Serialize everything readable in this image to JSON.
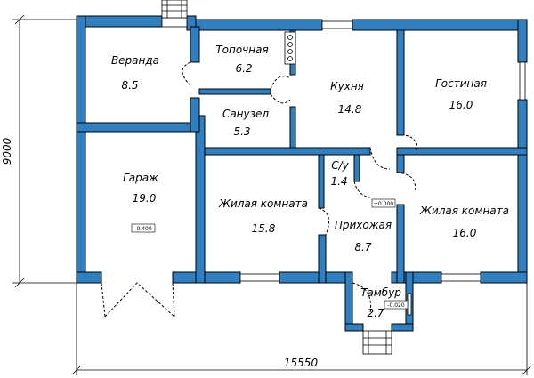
{
  "dimensions": {
    "width": "15550",
    "height": "9000"
  },
  "rooms": {
    "veranda": {
      "name": "Веранда",
      "area": "8.5"
    },
    "boiler": {
      "name": "Топочная",
      "area": "6.2"
    },
    "kitchen": {
      "name": "Кухня",
      "area": "14.8"
    },
    "living": {
      "name": "Гостиная",
      "area": "16.0"
    },
    "bath": {
      "name": "Санузел",
      "area": "5.3"
    },
    "garage": {
      "name": "Гараж",
      "area": "19.0"
    },
    "wc": {
      "name": "С/у",
      "area": "1.4"
    },
    "bedroom1": {
      "name": "Жилая комната",
      "area": "15.8"
    },
    "hall": {
      "name": "Прихожая",
      "area": "8.7"
    },
    "bedroom2": {
      "name": "Жилая комната",
      "area": "16.0"
    },
    "vestibule": {
      "name": "Тамбур",
      "area": "2.7"
    }
  },
  "levels": {
    "garage": "-0.400",
    "hall": "±0.000",
    "vestibule": "-0.020"
  },
  "colors": {
    "wall": "#2f7fc1",
    "line": "#000000"
  }
}
